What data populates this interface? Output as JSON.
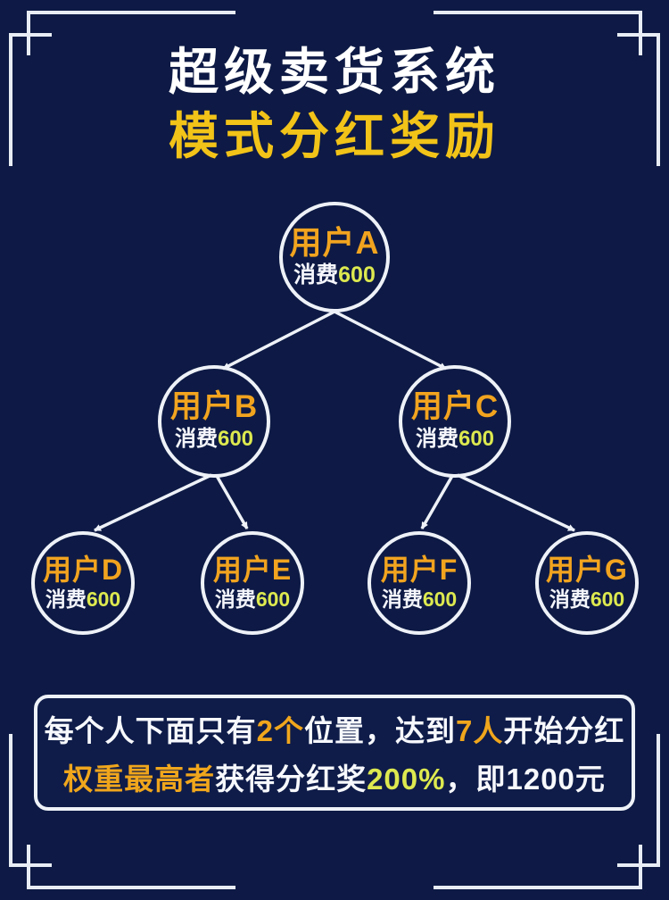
{
  "page": {
    "title": "超级卖货系统",
    "subtitle": "模式分红奖励"
  },
  "colors": {
    "background": "#0e1a45",
    "line_white": "#eef2f8",
    "node_label_gold": "#f2a41f",
    "subtitle_gold": "#f2c318",
    "value_yellow_green": "#dde94f",
    "text_white": "#ffffff"
  },
  "tree": {
    "type": "binary-tree",
    "nodes": [
      {
        "id": "A",
        "label": "用户A",
        "consume_label": "消费",
        "consume_value": "600"
      },
      {
        "id": "B",
        "label": "用户B",
        "consume_label": "消费",
        "consume_value": "600"
      },
      {
        "id": "C",
        "label": "用户C",
        "consume_label": "消费",
        "consume_value": "600"
      },
      {
        "id": "D",
        "label": "用户D",
        "consume_label": "消费",
        "consume_value": "600"
      },
      {
        "id": "E",
        "label": "用户E",
        "consume_label": "消费",
        "consume_value": "600"
      },
      {
        "id": "F",
        "label": "用户F",
        "consume_label": "消费",
        "consume_value": "600"
      },
      {
        "id": "G",
        "label": "用户G",
        "consume_label": "消费",
        "consume_value": "600"
      }
    ],
    "edges": [
      {
        "from": "A",
        "to": "B"
      },
      {
        "from": "A",
        "to": "C"
      },
      {
        "from": "B",
        "to": "D"
      },
      {
        "from": "B",
        "to": "E"
      },
      {
        "from": "C",
        "to": "F"
      },
      {
        "from": "C",
        "to": "G"
      }
    ]
  },
  "footer": {
    "line1": [
      {
        "text": "每个人下面只有",
        "color": "white"
      },
      {
        "text": "2个",
        "color": "gold"
      },
      {
        "text": "位置，达到",
        "color": "white"
      },
      {
        "text": "7人",
        "color": "gold"
      },
      {
        "text": "开始分红",
        "color": "white"
      }
    ],
    "line2": [
      {
        "text": "权重最高者",
        "color": "gold"
      },
      {
        "text": "获得分红奖",
        "color": "white"
      },
      {
        "text": "200%",
        "color": "green"
      },
      {
        "text": "，即1200元",
        "color": "white"
      }
    ]
  }
}
